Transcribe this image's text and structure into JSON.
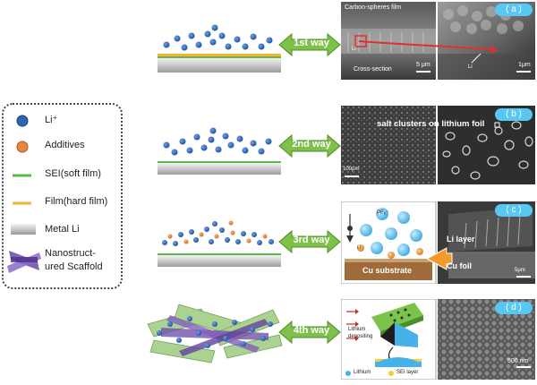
{
  "legend": {
    "items": [
      {
        "label": "Li⁺",
        "icon": "blue-circle"
      },
      {
        "label": "Additives",
        "icon": "orange-circle"
      },
      {
        "label": "SEI(soft film)",
        "icon": "green-line"
      },
      {
        "label": "Film(hard film)",
        "icon": "yellow-line"
      },
      {
        "label": "Metal Li",
        "icon": "gray-slab"
      },
      {
        "label_line1": "Nanostruct-",
        "label_line2": "ured Scaffold",
        "icon": "purple-scaffold"
      }
    ]
  },
  "rows": [
    {
      "way": "1st way",
      "panel_letter": "( a )",
      "texts": {
        "film": "Carbon-spheres film",
        "li": "Li",
        "cross": "Cross-section",
        "scale_left": "5 μm",
        "scale_right": "1μm",
        "li_right": "Li"
      }
    },
    {
      "way": "2nd way",
      "panel_letter": "( b )",
      "texts": {
        "caption": "salt clusters on lithium foil",
        "scale_left": "100μm"
      }
    },
    {
      "way": "3rd way",
      "panel_letter": "( c )",
      "texts": {
        "pf": "PF₆⁻",
        "li_small": "Li",
        "cu_sub": "Cu substrate",
        "li_layer": "Li layer",
        "cu_foil": "Cu foil",
        "scale_right": "5μm"
      }
    },
    {
      "way": "4th way",
      "panel_letter": "( d )",
      "texts": {
        "dep1": "Lithium",
        "dep2": "depositing",
        "legend_li": "Lithium",
        "legend_sei": "SEI layer",
        "scale_right": "500 nm"
      }
    }
  ],
  "colors": {
    "li_ion": "#2f64b4",
    "additive": "#e8873a",
    "sei": "#5cb84a",
    "hard_film": "#f2b530",
    "metal_li": "#c8c8c8",
    "scaffold": "#6a4aa8",
    "arrow": "#7ec04a",
    "panel_letter_bg": "#58c7f2"
  }
}
